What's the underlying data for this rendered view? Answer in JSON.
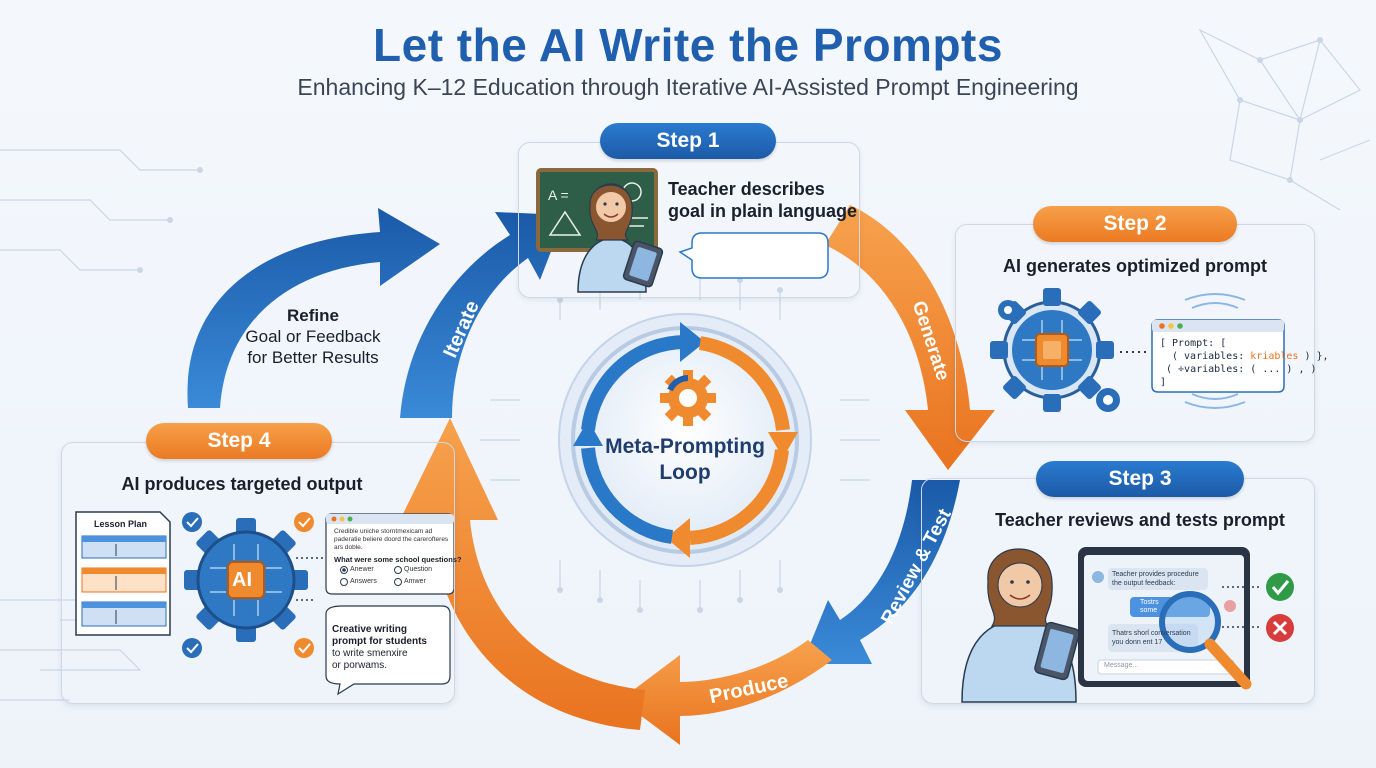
{
  "header": {
    "title": "Let the AI Write the Prompts",
    "subtitle": "Enhancing K–12 Education through Iterative AI-Assisted Prompt Engineering"
  },
  "center": {
    "line1": "Meta-Prompting",
    "line2": "Loop"
  },
  "arrows": {
    "iterate": "Iterate",
    "generate": "Generate",
    "review": "Review & Test",
    "produce": "Produce"
  },
  "refine": {
    "line1": "Refine",
    "line2": "Goal or Feedback",
    "line3": "for Better Results"
  },
  "step1": {
    "pill": "Step 1",
    "line1": "Teacher describes",
    "line2": "goal in plain language"
  },
  "step2": {
    "pill": "Step 2",
    "heading": "AI generates optimized prompt",
    "code1": "[ Prompt: [",
    "code2a": "( variables: ",
    "code2b": "kriables",
    "code2c": " ) },",
    "code3": "( ÷variables: ( ... ) , )",
    "code4": "]"
  },
  "step3": {
    "pill": "Step 3",
    "heading": "Teacher reviews and tests prompt",
    "chat1a": "Teacher provides procedure",
    "chat1b": "the output feedback:",
    "chat2a": "Tostrs",
    "chat2b": "some",
    "chat3a": "Thatrs shorl conversation",
    "chat3b": "you donn ent 17",
    "input": "Message..."
  },
  "step4": {
    "pill": "Step 4",
    "heading": "AI produces targeted output",
    "lesson_title": "Lesson Plan",
    "ai_label": "AI",
    "quiz_desc1": "Credible uniche storntmexicam ad",
    "quiz_desc2": "paderatie beliere doord the carerofteres",
    "quiz_desc3": "ars doble.",
    "quiz_q": "What were some school questions?",
    "opt1": "Anewer",
    "opt2": "Question",
    "opt3": "Answers",
    "opt4": "Amwer",
    "bubble1": "Creative writing",
    "bubble2": "prompt for students",
    "bubble3": "to write smenxire",
    "bubble4": "or porwams."
  },
  "colors": {
    "blue": "#1f62b3",
    "orange": "#f08a2e",
    "title": "#1f5fae"
  }
}
